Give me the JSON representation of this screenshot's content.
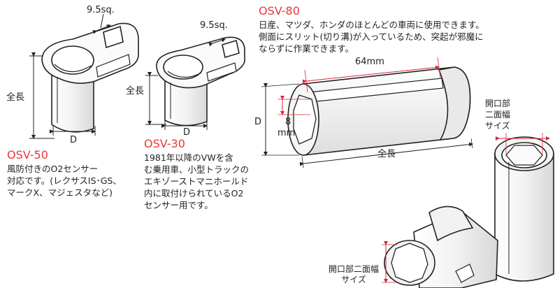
{
  "osv50": {
    "model": "OSV-50",
    "description": "風防付きのO2センサー\n対応です。(レクサスIS･GS、\nマークX、マジェスタなど)",
    "label_sq": "9.5sq.",
    "label_length": "全長",
    "label_d": "D"
  },
  "osv30": {
    "model": "OSV-30",
    "description": "1981年以降のVWを含\nむ乗用車、小型トラックの\nエキゾーストマニホールド\n内に取付けられているO2\nセンサー用です。",
    "label_sq": "9.5sq.",
    "label_length": "全長",
    "label_d": "D"
  },
  "osv80": {
    "model": "OSV-80",
    "description": "日産、マツダ、ホンダのほとんどの車両に使用できます。\n側面にスリット(切り溝)が入っているため、突起が邪魔に\nならずに作業できます。",
    "label_64": "64mm",
    "label_d": "D",
    "label_8": "8",
    "label_mm": "mm",
    "label_length": "全長"
  },
  "socket_label_right": "開口部\n二面幅\nサイズ",
  "socket_label_bottom": "開口部二面幅\nサイズ",
  "colors": {
    "accent": "#e8373b",
    "line": "#222222",
    "dim": "#d9263a"
  }
}
